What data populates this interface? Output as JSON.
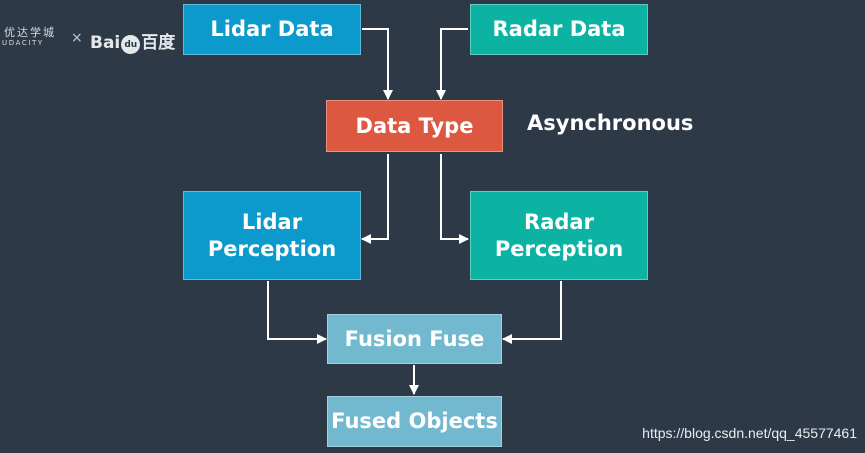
{
  "logo": {
    "chinese_text": "优达学城",
    "english_text": "UDACITY",
    "separator": "×",
    "baidu_text_left": "Bai",
    "baidu_paw": "du",
    "baidu_text_right": "百度"
  },
  "nodes": {
    "lidar_data": "Lidar Data",
    "radar_data": "Radar Data",
    "data_type": "Data Type",
    "lidar_perception": "Lidar\nPerception",
    "radar_perception": "Radar\nPerception",
    "fusion_fuse": "Fusion Fuse",
    "fused_objects": "Fused Objects"
  },
  "annotation": "Asynchronous",
  "watermark": "https://blog.csdn.net/qq_45577461",
  "colors": {
    "background": "#2e3948",
    "sensor_lidar": "#0c99cb",
    "sensor_radar": "#0db3a2",
    "data_type": "#dd5841",
    "fusion": "#72b9d0",
    "arrow": "#ffffff"
  }
}
